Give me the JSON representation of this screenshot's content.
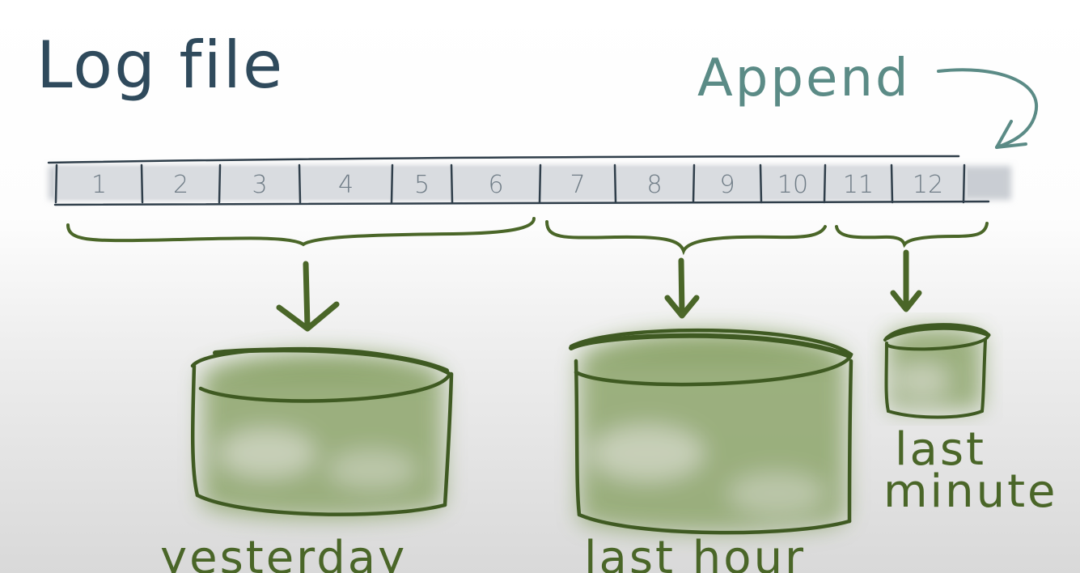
{
  "title": "Log file",
  "append_label": "Append",
  "cells": [
    "1",
    "2",
    "3",
    "4",
    "5",
    "6",
    "7",
    "8",
    "9",
    "10",
    "11",
    "12"
  ],
  "buckets": [
    {
      "label_lines": [
        "yesterday"
      ],
      "cells_from": "1",
      "cells_to": "6"
    },
    {
      "label_lines": [
        "last hour"
      ],
      "cells_from": "7",
      "cells_to": "10"
    },
    {
      "label_lines": [
        "last",
        "minute"
      ],
      "cells_from": "11",
      "cells_to": "12"
    }
  ],
  "colors": {
    "ink_dark": "#2f4a5c",
    "append_teal": "#5b8b86",
    "green": "#4a6628",
    "green_fill": "#7f9a5c",
    "bar_fill": "#d2d6db"
  }
}
